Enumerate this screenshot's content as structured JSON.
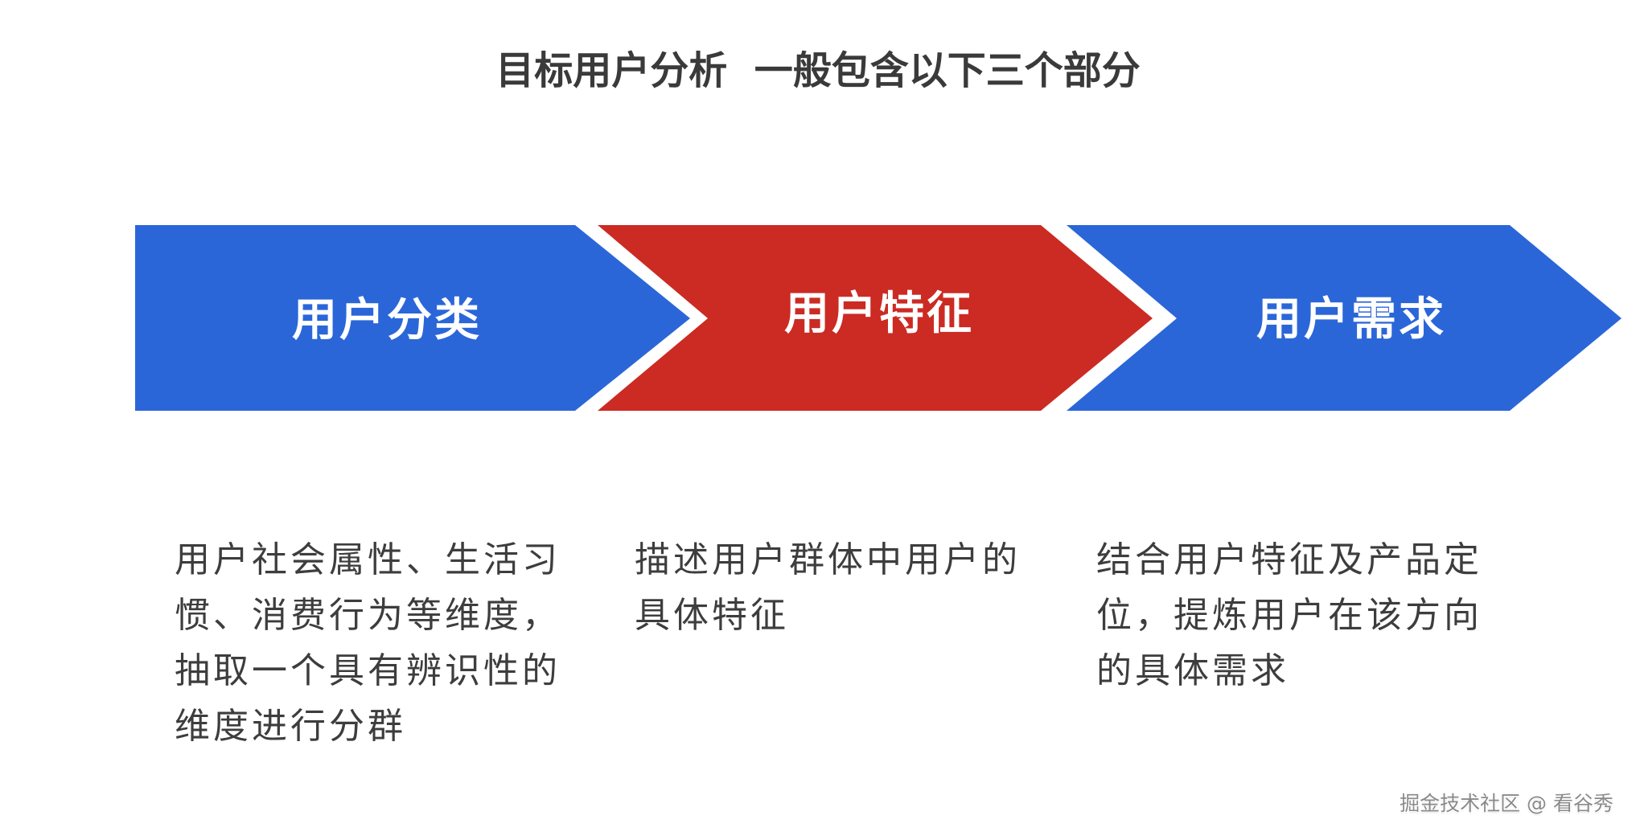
{
  "title": "目标用户分析  一般包含以下三个部分",
  "colors": {
    "blue": "#2b66d9",
    "red": "#cb2b23",
    "text": "#3d3d3d",
    "title": "#3a3a3a",
    "label": "#ffffff"
  },
  "steps": [
    {
      "label": "用户分类",
      "color": "blue",
      "description_lines": [
        "用户社会属性、生活习",
        "惯、消费行为等维度，",
        "抽取一个具有辨识性的",
        "维度进行分群"
      ]
    },
    {
      "label": "用户特征",
      "color": "red",
      "description_lines": [
        "描述用户群体中用户的",
        "具体特征"
      ]
    },
    {
      "label": "用户需求",
      "color": "blue",
      "description_lines": [
        "结合用户特征及产品定",
        "位，提炼用户在该方向",
        "的具体需求"
      ]
    }
  ],
  "watermark": "掘金技术社区 @ 看谷秀"
}
